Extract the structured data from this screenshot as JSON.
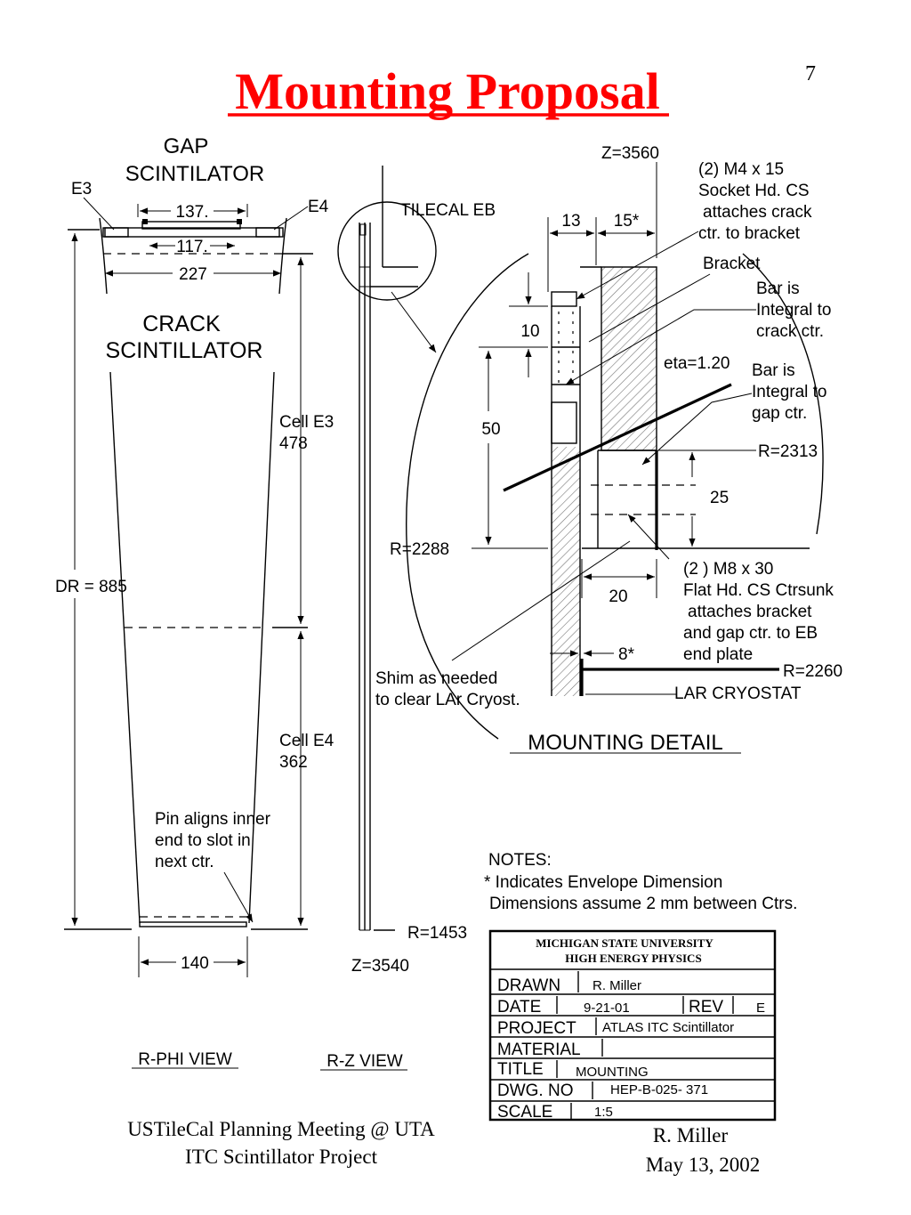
{
  "page_number": "7",
  "title": "Mounting Proposal",
  "rphi": {
    "gap_label_1": "GAP",
    "gap_label_2": "SCINTILATOR",
    "e3": "E3",
    "e4": "E4",
    "dim_137": "137.",
    "dim_117": "117.",
    "dim_227": "227",
    "crack_label_1": "CRACK",
    "crack_label_2": "SCINTILLATOR",
    "dr": "DR = 885",
    "cell_e3_1": "Cell E3",
    "cell_e3_2": "478",
    "cell_e4_1": "Cell E4",
    "cell_e4_2": "362",
    "pin_1": "Pin aligns inner",
    "pin_2": "end to slot in",
    "pin_3": "next ctr.",
    "dim_140": "140",
    "view_label": "R-PHI VIEW"
  },
  "rz": {
    "tilecal": "TILECAL EB",
    "r1453": "R=1453",
    "z3540": "Z=3540",
    "view_label": "R-Z VIEW"
  },
  "detail": {
    "z3560": "Z=3560",
    "dim_13": "13",
    "dim_15": "15*",
    "note_m4_1": "(2) M4 x 15",
    "note_m4_2": "Socket Hd. CS",
    "note_m4_3": "attaches  crack",
    "note_m4_4": "ctr. to bracket",
    "bracket": "Bracket",
    "bar_crack_1": "Bar is",
    "bar_crack_2": "Integral to",
    "bar_crack_3": "crack ctr.",
    "dim_10": "10",
    "eta": "eta=1.20",
    "bar_gap_1": "Bar is",
    "bar_gap_2": "Integral to",
    "bar_gap_3": "gap ctr.",
    "dim_50": "50",
    "r2313": "R=2313",
    "dim_25": "25",
    "r2288": "R=2288",
    "note_m8_1": "(2 ) M8 x 30",
    "note_m8_2": "Flat Hd. CS Ctrsunk",
    "note_m8_3": "attaches bracket",
    "note_m8_4": "and gap ctr. to EB",
    "note_m8_5": "end plate",
    "dim_20": "20",
    "dim_8": "8*",
    "r2260": "R=2260",
    "shim_1": "Shim as  needed",
    "shim_2": "to clear LAr Cryost.",
    "lar": "LAR  CRYOSTAT",
    "heading": "MOUNTING DETAIL"
  },
  "notes": {
    "heading": "NOTES:",
    "line1": "* Indicates Envelope Dimension",
    "line2": "Dimensions assume 2 mm between Ctrs."
  },
  "title_block": {
    "org_1": "MICHIGAN STATE UNIVERSITY",
    "org_2": "HIGH ENERGY PHYSICS",
    "drawn_label": "DRAWN",
    "drawn_value": "R. Miller",
    "date_label": "DATE",
    "date_value": "9-21-01",
    "rev_label": "REV",
    "rev_value": "E",
    "project_label": "PROJECT",
    "project_value": "ATLAS  ITC Scintillator",
    "material_label": "MATERIAL",
    "material_value": "",
    "title_label": "TITLE",
    "title_value": "MOUNTING",
    "dwg_label": "DWG. NO",
    "dwg_value": "HEP-B-025- 371",
    "scale_label": "SCALE",
    "scale_value": "1:5"
  },
  "footer": {
    "left_1": "USTileCal Planning Meeting @ UTA",
    "left_2": "ITC Scintillator Project",
    "right_1": "R. Miller",
    "right_2": "May 13, 2002"
  }
}
